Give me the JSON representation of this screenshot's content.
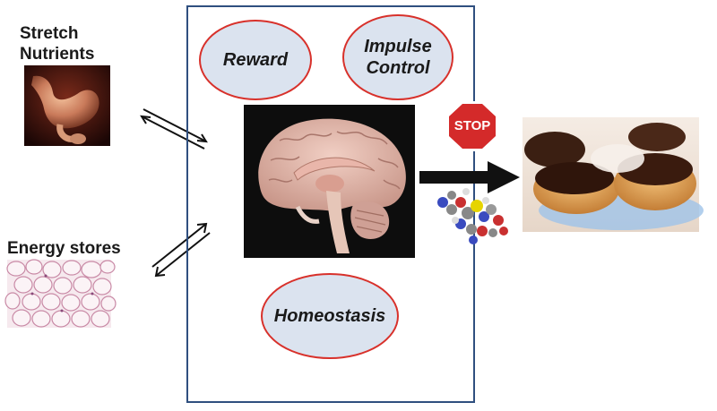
{
  "left": {
    "stretch_label": "Stretch",
    "nutrients_label": "Nutrients",
    "energy_label": "Energy stores"
  },
  "box": {
    "reward": "Reward",
    "impulse_line1": "Impulse",
    "impulse_line2": "Control",
    "homeostasis": "Homeostasis"
  },
  "stop_sign": {
    "text": "STOP",
    "color": "#d42a2a"
  },
  "colors": {
    "box_border": "#2f4f7f",
    "ellipse_border": "#d8312b",
    "ellipse_fill": "#dbe3ef"
  }
}
